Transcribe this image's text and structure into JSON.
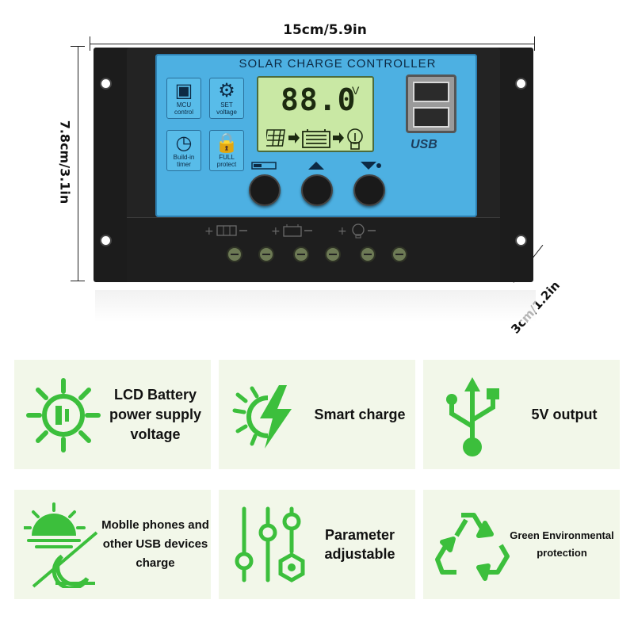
{
  "dimensions": {
    "width": "15cm/5.9in",
    "height": "7.8cm/3.1in",
    "depth": "3cm/1.2in"
  },
  "device": {
    "title": "SOLAR CHARGE CONTROLLER",
    "icons": [
      {
        "name": "mcu-icon",
        "glyph": "▣",
        "label_line1": "MCU",
        "label_line2": "control"
      },
      {
        "name": "gear-icon",
        "glyph": "⚙",
        "label_line1": "SET",
        "label_line2": "voltage"
      },
      {
        "name": "timer-icon",
        "glyph": "◷",
        "label_line1": "Build-in",
        "label_line2": "timer"
      },
      {
        "name": "lock-icon",
        "glyph": "🔒",
        "label_line1": "FULL",
        "label_line2": "protect"
      }
    ],
    "lcd": {
      "value": "88.0",
      "unit": "V"
    },
    "usb_label": "USB",
    "terminals": [
      "+",
      "−",
      "+",
      "−",
      "+",
      "−"
    ]
  },
  "features": [
    {
      "name": "feature-lcd",
      "icon": "sun-battery-icon",
      "text": "LCD Battery power supply voltage"
    },
    {
      "name": "feature-smart-charge",
      "icon": "lightning-sun-icon",
      "text": "Smart charge"
    },
    {
      "name": "feature-5v-output",
      "icon": "usb-icon",
      "text": "5V output"
    },
    {
      "name": "feature-mobile-charge",
      "icon": "day-night-icon",
      "text": "Moblle phones and other USB devices charge"
    },
    {
      "name": "feature-parameter",
      "icon": "sliders-icon",
      "text": "Parameter adjustable"
    },
    {
      "name": "feature-green",
      "icon": "recycle-icon",
      "text": "Green Environmental protection"
    }
  ],
  "colors": {
    "panel": "#4db0e2",
    "lcd": "#c9e8a4",
    "feature_green": "#3cbf3c",
    "feature_bg": "#f2f7e9"
  }
}
